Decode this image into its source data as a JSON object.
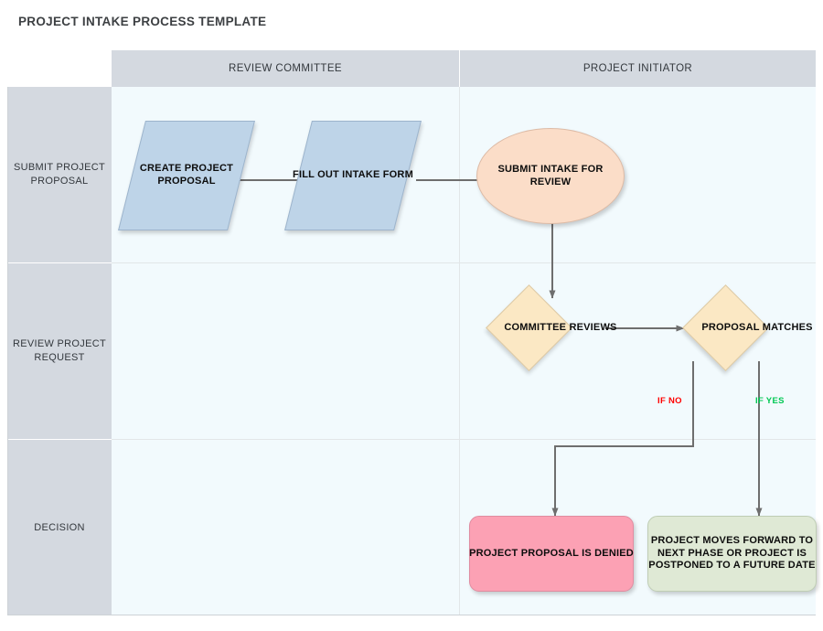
{
  "page": {
    "title": "PROJECT INTAKE PROCESS TEMPLATE"
  },
  "diagram": {
    "type": "swimlane-flowchart",
    "columns": [
      {
        "id": "review-committee",
        "label": "REVIEW COMMITTEE"
      },
      {
        "id": "project-initiator",
        "label": "PROJECT INITIATOR"
      }
    ],
    "rows": [
      {
        "id": "submit-project-proposal",
        "label": "SUBMIT PROJECT PROPOSAL"
      },
      {
        "id": "review-project-request",
        "label": "REVIEW PROJECT REQUEST"
      },
      {
        "id": "decision",
        "label": "DECISION"
      }
    ],
    "nodes": [
      {
        "id": "create-project-proposal",
        "label": "CREATE PROJECT PROPOSAL",
        "shape": "parallelogram",
        "color": "#bed4e8",
        "column": "review-committee",
        "row": "submit-project-proposal"
      },
      {
        "id": "fill-out-intake-form",
        "label": "FILL OUT INTAKE FORM",
        "shape": "parallelogram",
        "color": "#bed4e8",
        "column": "review-committee",
        "row": "submit-project-proposal"
      },
      {
        "id": "submit-intake-for-review",
        "label": "SUBMIT INTAKE FOR REVIEW",
        "shape": "ellipse",
        "color": "#fbddc8",
        "column": "project-initiator",
        "row": "submit-project-proposal"
      },
      {
        "id": "committee-reviews",
        "label": "COMMITTEE REVIEWS",
        "shape": "diamond",
        "color": "#fbe8c4",
        "column": "project-initiator",
        "row": "review-project-request"
      },
      {
        "id": "proposal-matches",
        "label": "PROPOSAL MATCHES",
        "shape": "diamond",
        "color": "#fbe8c4",
        "column": "project-initiator",
        "row": "review-project-request"
      },
      {
        "id": "project-proposal-is-denied",
        "label": "PROJECT PROPOSAL IS DENIED",
        "shape": "rounded-rectangle",
        "color": "#fca1b4",
        "column": "project-initiator",
        "row": "decision"
      },
      {
        "id": "project-moves-forward",
        "label": "PROJECT MOVES FORWARD TO NEXT PHASE OR PROJECT IS POSTPONED TO A FUTURE DATE",
        "shape": "rounded-rectangle",
        "color": "#dfe9d5",
        "column": "project-initiator",
        "row": "decision"
      }
    ],
    "edges": [
      {
        "id": "edge-create-to-fill",
        "from": "create-project-proposal",
        "to": "fill-out-intake-form",
        "label": ""
      },
      {
        "id": "edge-fill-to-submit",
        "from": "fill-out-intake-form",
        "to": "submit-intake-for-review",
        "label": ""
      },
      {
        "id": "edge-submit-to-committee",
        "from": "submit-intake-for-review",
        "to": "committee-reviews",
        "label": ""
      },
      {
        "id": "edge-committee-to-matches",
        "from": "committee-reviews",
        "to": "proposal-matches",
        "label": ""
      },
      {
        "id": "edge-matches-to-denied",
        "from": "proposal-matches",
        "to": "project-proposal-is-denied",
        "label": "IF NO"
      },
      {
        "id": "edge-matches-to-forward",
        "from": "proposal-matches",
        "to": "project-moves-forward",
        "label": "IF YES"
      }
    ],
    "branch_labels": {
      "if_no": "IF NO",
      "if_yes": "IF YES"
    },
    "colors": {
      "lane_background": "#f2fafd",
      "header_background": "#d4d9e0",
      "connector": "#6e6e6e",
      "if_no": "#ff0000",
      "if_yes": "#00c853",
      "title_text": "#3d4043"
    }
  }
}
